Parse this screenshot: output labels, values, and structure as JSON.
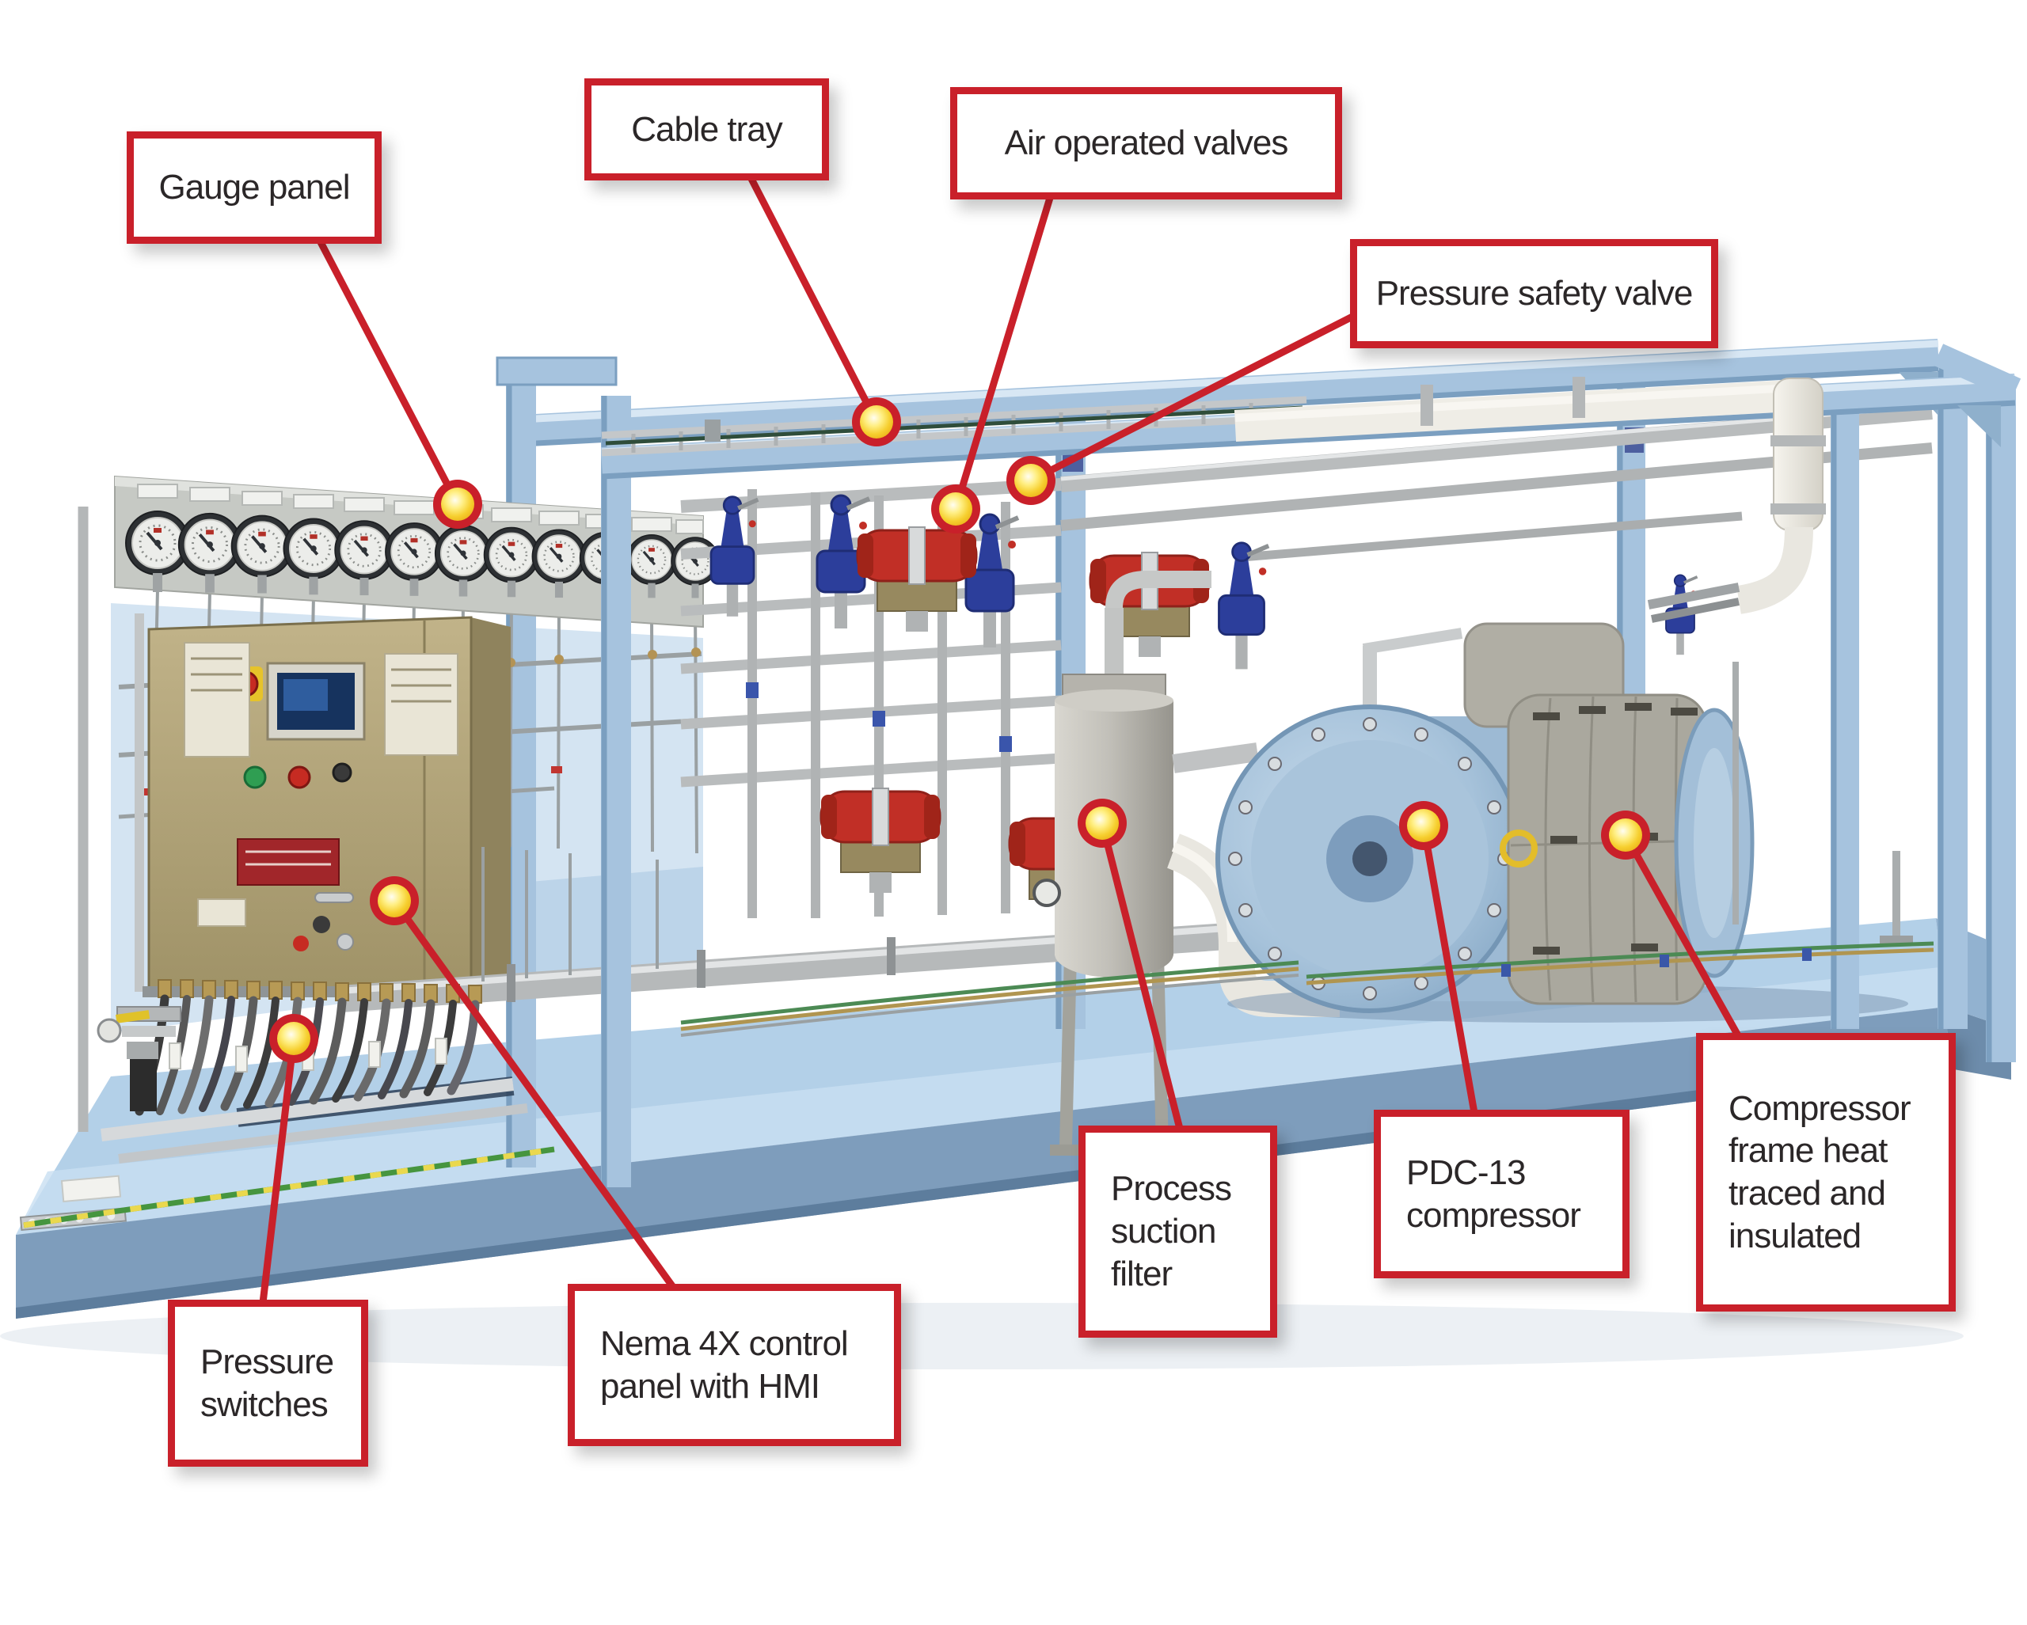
{
  "diagram": {
    "background": "#ffffff",
    "accent_red": "#c9202a",
    "marker_core_yellow": "#ffe96a",
    "label_text_color": "#2b2728"
  },
  "callouts": [
    {
      "id": "gauge-panel",
      "label": "Gauge panel"
    },
    {
      "id": "cable-tray",
      "label": "Cable tray"
    },
    {
      "id": "air-operated-valves",
      "label": "Air operated valves"
    },
    {
      "id": "pressure-safety-valve",
      "label": "Pressure safety valve"
    },
    {
      "id": "pressure-switches",
      "label": "Pressure switches"
    },
    {
      "id": "nema-4x-control-panel",
      "label": "Nema 4X control panel with HMI"
    },
    {
      "id": "process-suction-filter",
      "label": "Process suction filter"
    },
    {
      "id": "pdc-13-compressor",
      "label": "PDC-13 compressor"
    },
    {
      "id": "compressor-frame-insulation",
      "label": "Compressor frame heat traced and insulated"
    }
  ]
}
